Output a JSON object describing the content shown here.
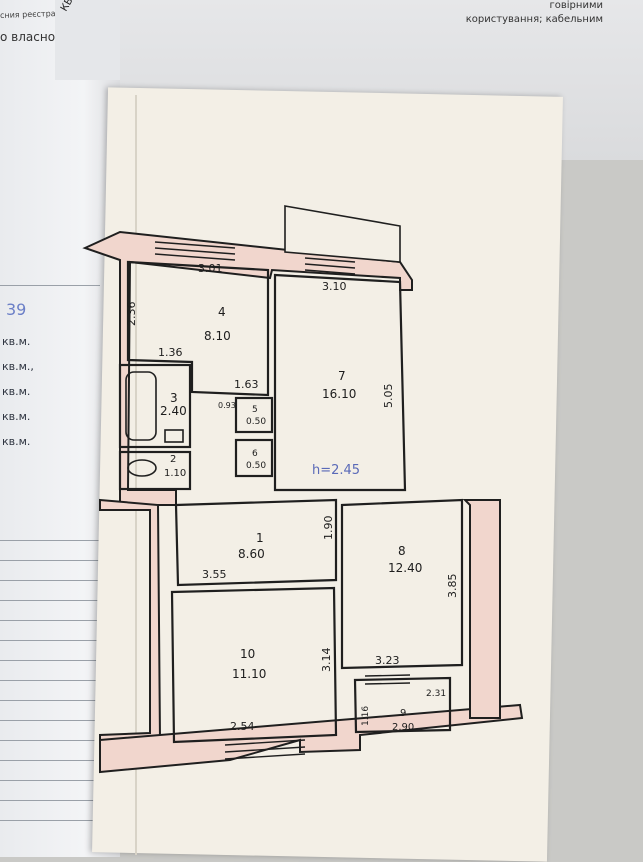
{
  "background_document": {
    "header_fragment": "сния реєстра",
    "owner_fragment": "о власнос",
    "rotated_tab": "КВАРТИРИ",
    "handwritten_number": "39",
    "area_units": [
      "кв.м.",
      "кв.м.,",
      "кв.м.",
      "кв.м.",
      "кв.м."
    ]
  },
  "top_document": {
    "line1": "говірними",
    "line2": "користування; кабельним"
  },
  "floor_plan": {
    "rooms": [
      {
        "id": "1",
        "area": "8.60"
      },
      {
        "id": "2",
        "area": "1.10"
      },
      {
        "id": "3",
        "area": "2.40"
      },
      {
        "id": "4",
        "area": "8.10"
      },
      {
        "id": "5",
        "area": "0.50"
      },
      {
        "id": "6",
        "area": "0.50"
      },
      {
        "id": "7",
        "area": "16.10"
      },
      {
        "id": "8",
        "area": "12.40"
      },
      {
        "id": "9",
        "area": "2.90"
      },
      {
        "id": "10",
        "area": "11.10"
      }
    ],
    "dimensions": [
      "3.01",
      "2.36",
      "1.36",
      "1.63",
      "0.93",
      "3.10",
      "5.05",
      "1.90",
      "3.55",
      "3.85",
      "3.23",
      "3.14",
      "2.54",
      "1.16",
      "2.31"
    ],
    "ceiling_height_note": "h=2.45"
  }
}
